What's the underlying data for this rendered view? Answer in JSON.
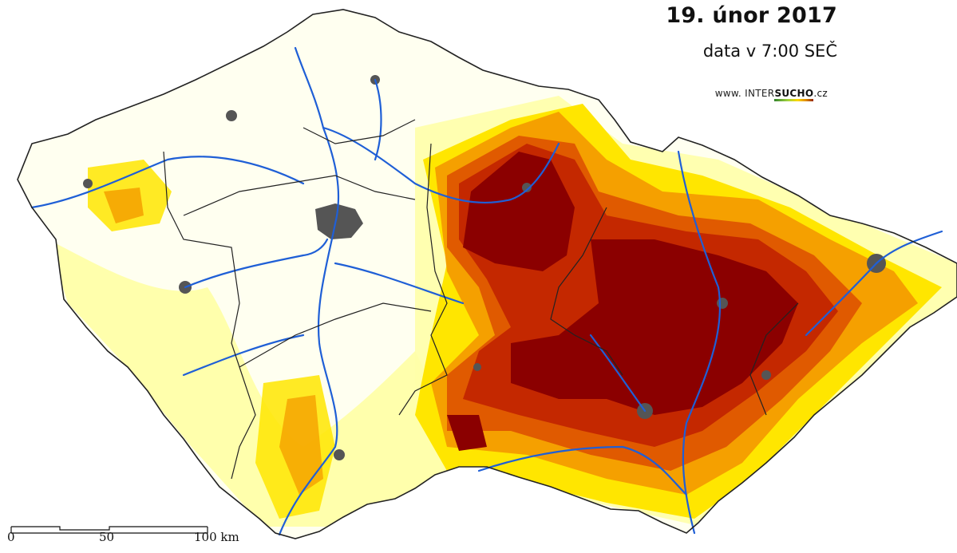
{
  "header": {
    "title": "19. únor 2017",
    "subtitle": "data v 7:00 SEČ",
    "brand_prefix": "www. INTER",
    "brand_highlight": "SUCHO",
    "brand_suffix": ".cz"
  },
  "scale_bar": {
    "labels": [
      "0",
      "50",
      "100 km"
    ]
  },
  "colors": {
    "background": "#ffffff",
    "severity_light": "#ffffa8",
    "severity_yellow": "#ffe600",
    "severity_orange": "#f5a000",
    "severity_dark_orange": "#e05a00",
    "severity_red": "#c42800",
    "severity_extreme": "#8b0000",
    "rivers": "#1f5fd6",
    "urban": "#555555",
    "borders": "#222222"
  }
}
